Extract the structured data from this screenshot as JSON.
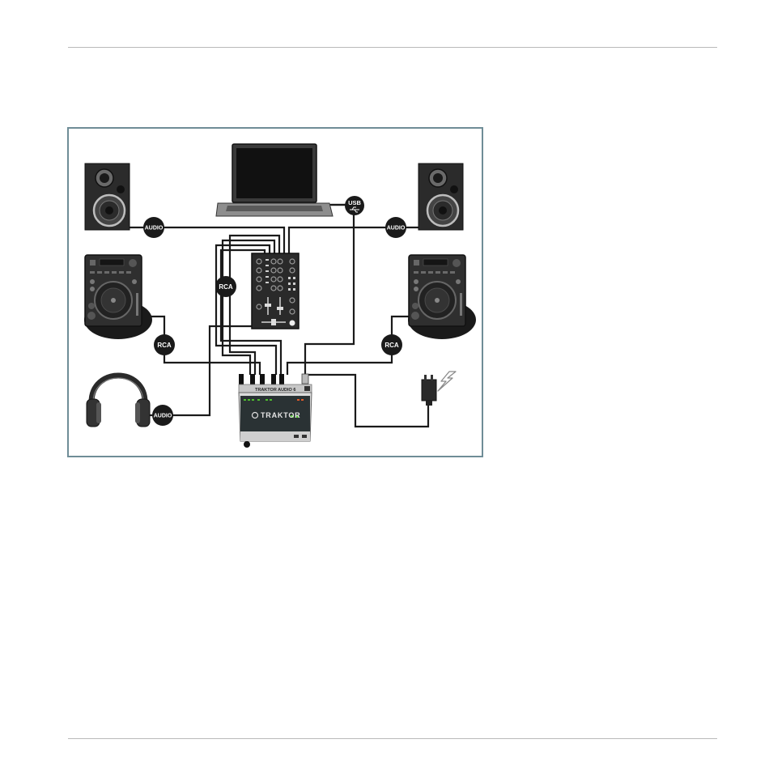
{
  "diagram": {
    "frame_color": "#6f8d97",
    "badge_color": "#1a1a1a",
    "cable_color": "#1a1a1a",
    "accent_green": "#4fbf2f",
    "badges": {
      "usb": "USB",
      "audio_left": "AUDIO",
      "audio_right": "AUDIO",
      "audio_headphones": "AUDIO",
      "rca_mixer": "RCA",
      "rca_left": "RCA",
      "rca_right": "RCA"
    },
    "interface": {
      "brand": "TRAKTOR",
      "model_label": "TRAKTOR AUDIO 6"
    },
    "icons": [
      "speaker-icon",
      "laptop-icon",
      "cdj-turntable-icon",
      "dj-mixer-icon",
      "headphones-icon",
      "audio-interface-icon",
      "power-adapter-icon",
      "lightning-icon",
      "usb-icon"
    ]
  }
}
